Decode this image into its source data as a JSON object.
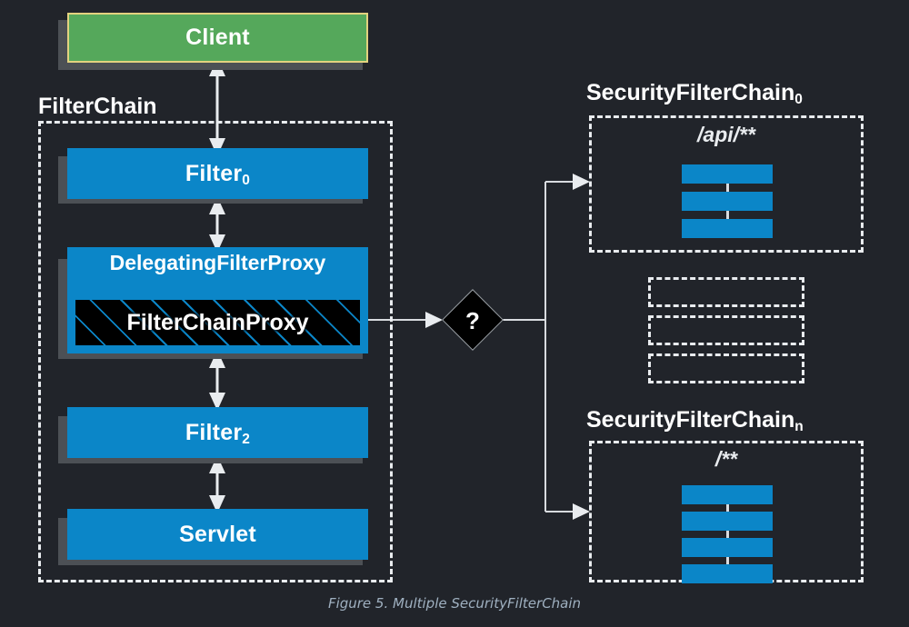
{
  "figure": {
    "caption": "Figure 5. Multiple SecurityFilterChain",
    "background_color": "#21242a",
    "accent_blue": "#0b86c8",
    "accent_green": "#55a85b",
    "client_border_color": "#e3d27f",
    "shadow_color": "#4c5055",
    "line_color": "#d8dbdf"
  },
  "client": {
    "label": "Client"
  },
  "filter_chain": {
    "group_label": "FilterChain",
    "items": [
      {
        "label": "Filter",
        "subscript": "0",
        "name": "filter-0"
      },
      {
        "label": "DelegatingFilterProxy",
        "subscript": "",
        "name": "delegating-filter-proxy"
      },
      {
        "label": "FilterChainProxy",
        "subscript": "",
        "name": "filter-chain-proxy"
      },
      {
        "label": "Filter",
        "subscript": "2",
        "name": "filter-2"
      },
      {
        "label": "Servlet",
        "subscript": "",
        "name": "servlet"
      }
    ]
  },
  "decision": {
    "label": "?"
  },
  "security_filter_chains": [
    {
      "name": "security-filter-chain-0",
      "group_label": "SecurityFilterChain",
      "subscript": "0",
      "pattern": "/api/**",
      "filter_count": 3
    },
    {
      "name": "security-filter-chain-n",
      "group_label": "SecurityFilterChain",
      "subscript": "n",
      "pattern": "/**",
      "filter_count": 4
    }
  ],
  "ellipsis_placeholders": {
    "count": 3,
    "label": ""
  },
  "chart_data": {
    "type": "diagram",
    "title": "Figure 5. Multiple SecurityFilterChain",
    "nodes": [
      {
        "id": "client",
        "label": "Client",
        "kind": "box",
        "fill": "#55a85b"
      },
      {
        "id": "filter-0",
        "label": "Filter0",
        "kind": "box",
        "fill": "#0b86c8"
      },
      {
        "id": "delegating-filter-proxy",
        "label": "DelegatingFilterProxy",
        "kind": "box",
        "fill": "#0b86c8"
      },
      {
        "id": "filter-chain-proxy",
        "label": "FilterChainProxy",
        "kind": "hatched-box",
        "fill": "#000000"
      },
      {
        "id": "filter-2",
        "label": "Filter2",
        "kind": "box",
        "fill": "#0b86c8"
      },
      {
        "id": "servlet",
        "label": "Servlet",
        "kind": "box",
        "fill": "#0b86c8"
      },
      {
        "id": "decision",
        "label": "?",
        "kind": "diamond",
        "fill": "#000000"
      },
      {
        "id": "security-filter-chain-0",
        "label": "SecurityFilterChain0 /api/**",
        "kind": "dashed-group"
      },
      {
        "id": "security-filter-chain-n",
        "label": "SecurityFilterChainn /**",
        "kind": "dashed-group"
      }
    ],
    "edges": [
      {
        "from": "client",
        "to": "filter-0",
        "style": "double-arrow"
      },
      {
        "from": "filter-0",
        "to": "delegating-filter-proxy",
        "style": "double-arrow"
      },
      {
        "from": "delegating-filter-proxy",
        "to": "filter-2",
        "style": "double-arrow"
      },
      {
        "from": "filter-2",
        "to": "servlet",
        "style": "double-arrow"
      },
      {
        "from": "filter-chain-proxy",
        "to": "decision",
        "style": "arrow"
      },
      {
        "from": "decision",
        "to": "security-filter-chain-0",
        "style": "arrow"
      },
      {
        "from": "decision",
        "to": "security-filter-chain-n",
        "style": "arrow"
      }
    ]
  }
}
